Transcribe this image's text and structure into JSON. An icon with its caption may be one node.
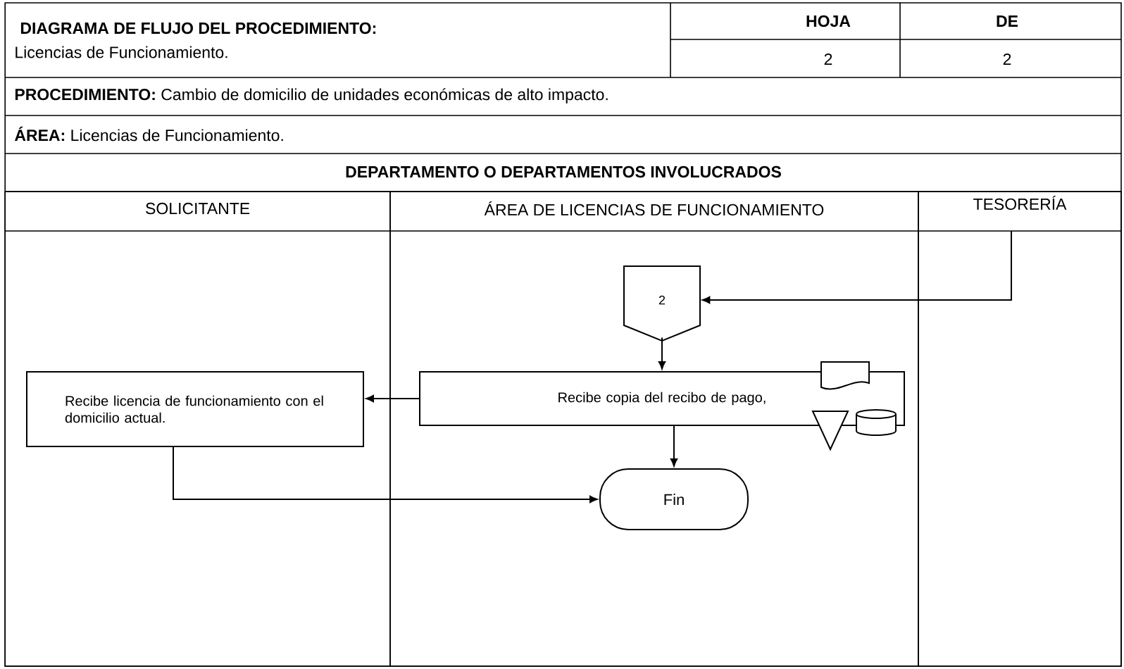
{
  "diagram": {
    "title": "DIAGRAMA DE FLUJO DEL PROCEDIMIENTO:",
    "nodes": [
      {
        "text": [
          "SOLICITANTE"
        ]
      },
      {
        "text": [
          "ÁREA DE LICENCIAS DE FUNCIONAMIENTO"
        ]
      },
      {
        "text": [
          "TESORERÍA"
        ]
      },
      {
        "text": [
          "2"
        ],
        "in": 1
      },
      {
        "text": [
          "Recibe copia del recibo de pago,"
        ],
        "in": 1
      },
      {
        "text": [
          "Recibe licencia de funcionamiento con el domicilio actual."
        ],
        "in": 0
      },
      {
        "text": [
          "Fin"
        ],
        "in": 1
      }
    ],
    "edges": [
      {
        "from": 2,
        "to": 3,
        "arrow": "to"
      },
      {
        "from": 3,
        "to": 4,
        "arrow": "to"
      },
      {
        "from": 4,
        "to": 5,
        "arrow": "to"
      },
      {
        "from": 4,
        "to": 6,
        "arrow": "to"
      },
      {
        "from": 5,
        "to": 6,
        "arrow": "to"
      }
    ],
    "labels": [
      "Licencias de Funcionamiento.",
      "HOJA",
      "DE",
      "2",
      "2",
      "**PROCEDIMIENTO:** Cambio de domicilio de unidades económicas de alto impacto.",
      "**ÁREA:** Licencias de Funcionamiento.",
      "DEPARTAMENTO O DEPARTAMENTOS INVOLUCRADOS"
    ]
  }
}
